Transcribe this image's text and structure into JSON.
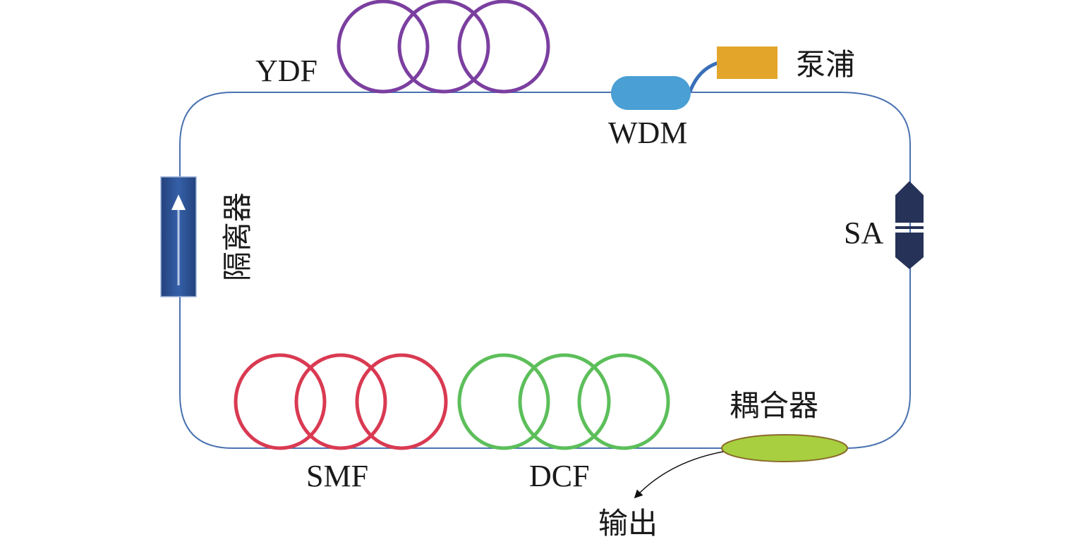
{
  "diagram": {
    "title": "Mode-locked fiber laser ring cavity",
    "colors": {
      "fiber": "#4a72b0",
      "ydf": "#7b3fa0",
      "smf": "#d93a52",
      "dcf": "#5cbf5a",
      "wdm": "#4a9fd4",
      "pump": "#e3a62a",
      "sa": "#263257",
      "isolator": "#2e4f8e",
      "coupler_fill": "#a7cf3f",
      "coupler_stroke": "#8a6a2a",
      "output_arrow": "#111111"
    },
    "components": {
      "ydf": {
        "label": "YDF",
        "loops": 3
      },
      "wdm": {
        "label": "WDM"
      },
      "pump": {
        "label": "泵浦"
      },
      "sa": {
        "label": "SA"
      },
      "isolator": {
        "label": "隔离器",
        "direction": "up"
      },
      "coupler": {
        "label": "耦合器"
      },
      "smf": {
        "label": "SMF",
        "loops": 3
      },
      "dcf": {
        "label": "DCF",
        "loops": 3
      },
      "output": {
        "label": "输出"
      }
    },
    "connections": [
      [
        "pump",
        "wdm"
      ],
      [
        "wdm",
        "sa"
      ],
      [
        "sa",
        "coupler"
      ],
      [
        "coupler",
        "dcf"
      ],
      [
        "dcf",
        "smf"
      ],
      [
        "smf",
        "isolator"
      ],
      [
        "isolator",
        "ydf"
      ],
      [
        "ydf",
        "wdm"
      ],
      [
        "coupler",
        "output"
      ]
    ]
  }
}
